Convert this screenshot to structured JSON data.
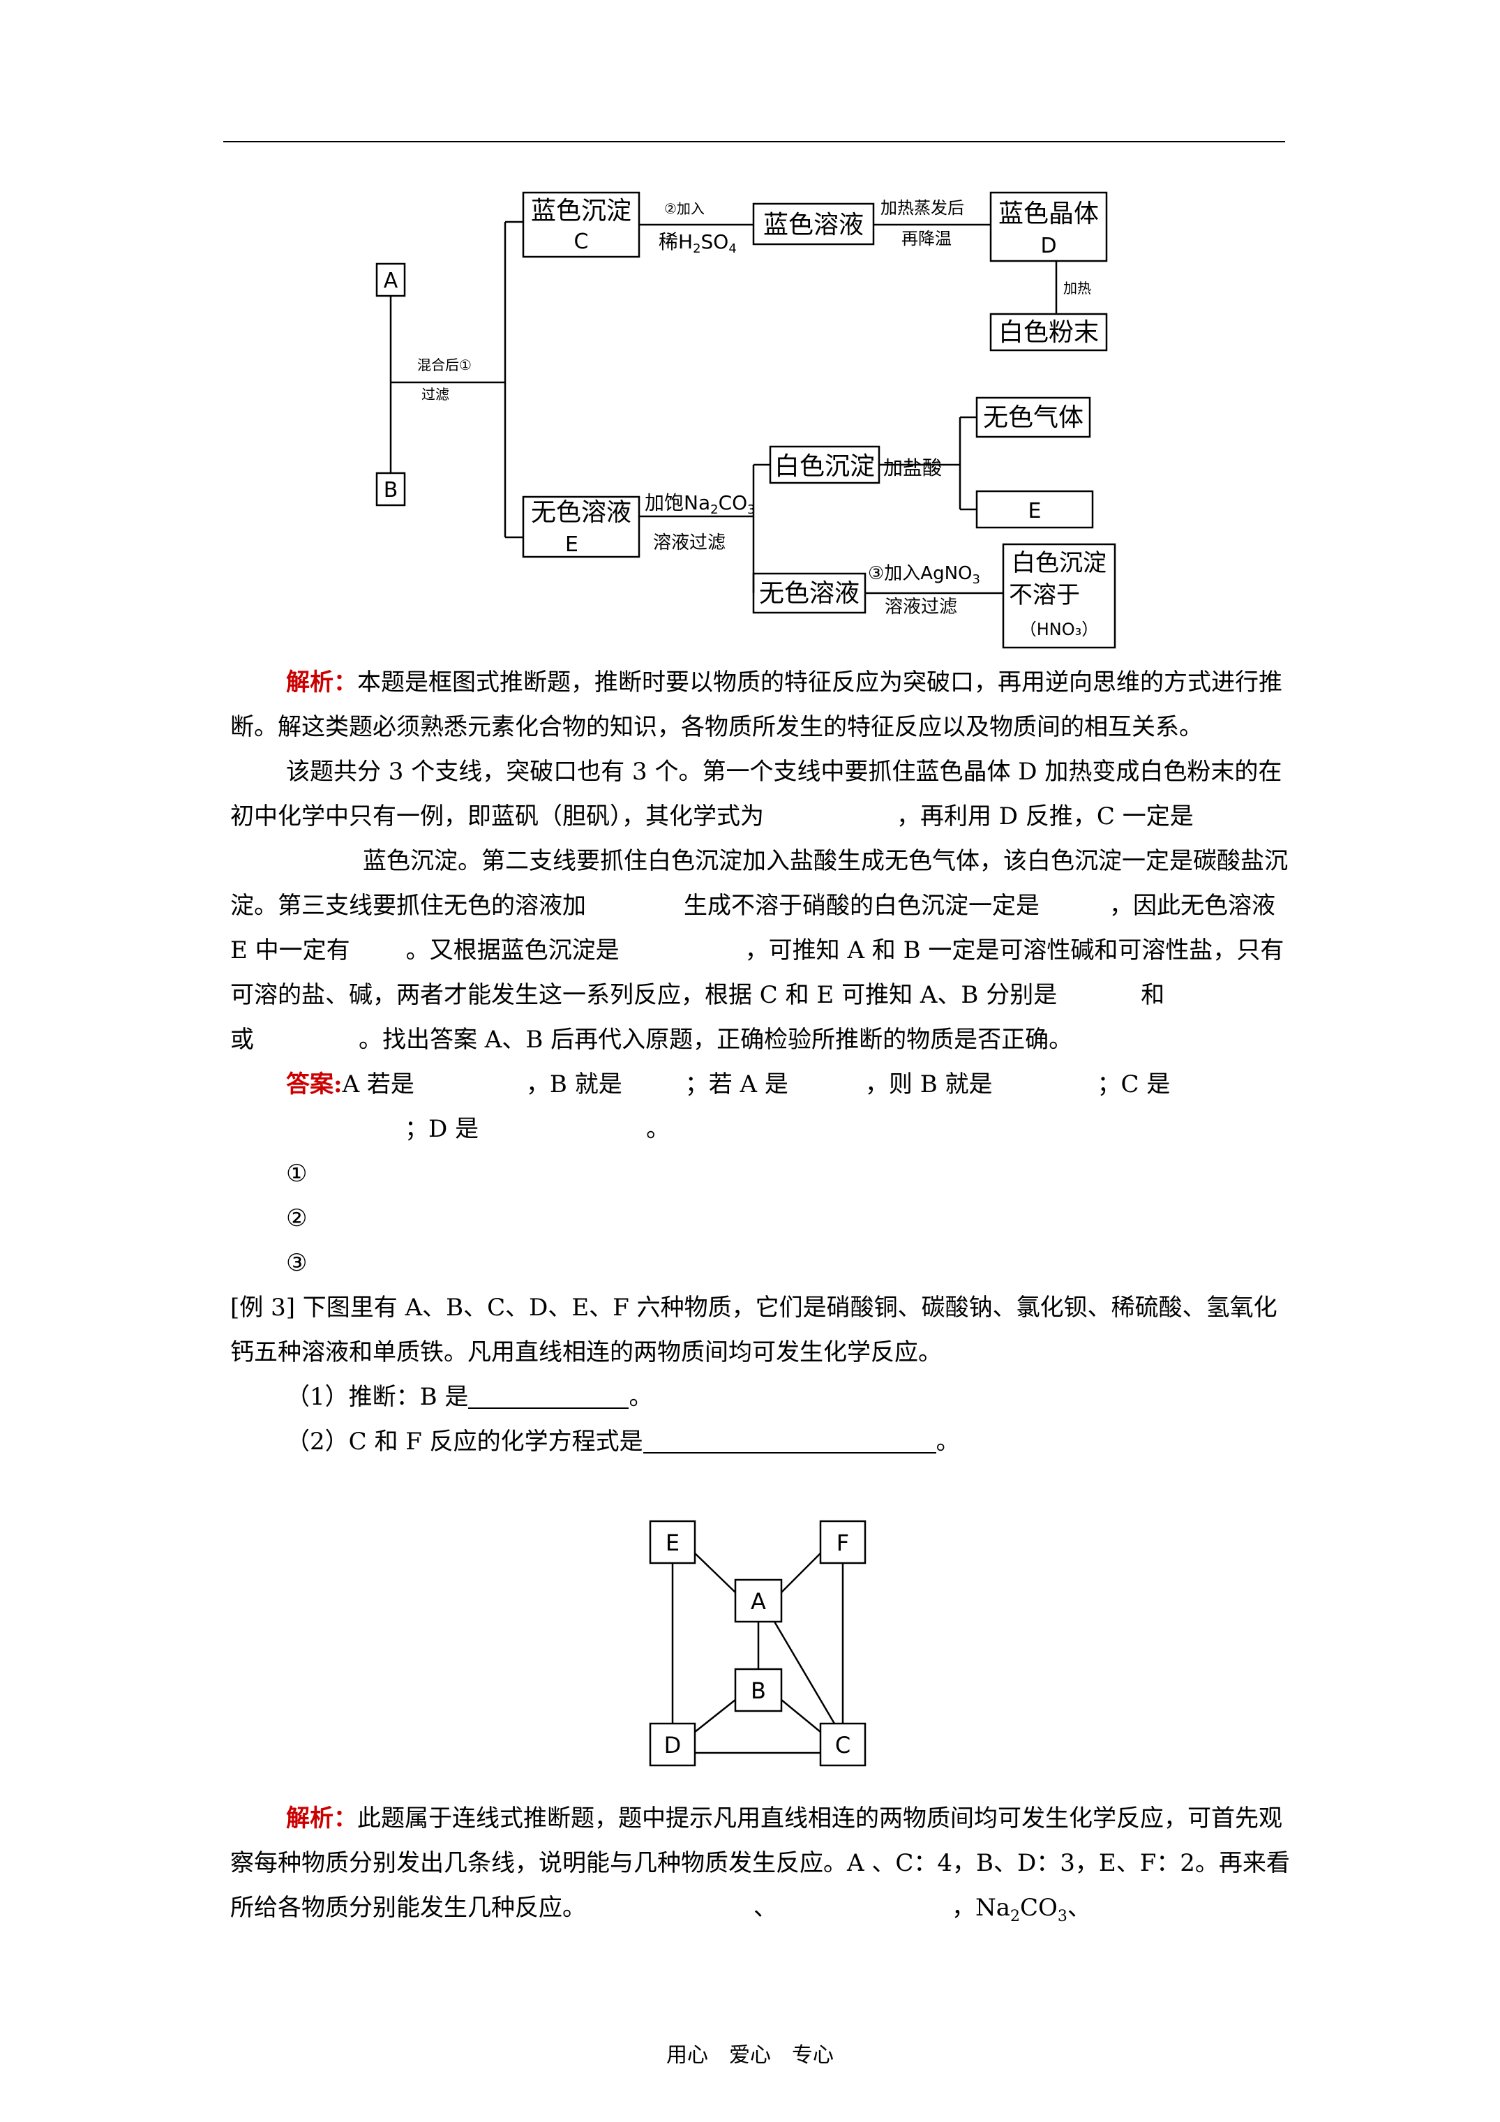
{
  "flow": {
    "a": "A",
    "b": "B",
    "mix": "混合后①",
    "filter": "过滤",
    "blue_ppt": "蓝色沉淀",
    "c": "C",
    "add2": "②加入",
    "dil": "稀H",
    "h2so4_2": "2",
    "so": "SO",
    "h2so4_4": "4",
    "blue_sol": "蓝色溶液",
    "heat_evap": "加热蒸发后",
    "cool": "再降温",
    "blue_cryst": "蓝色晶体",
    "d": "D",
    "heat": "加热",
    "white_powder": "白色粉末",
    "colorless_sol": "无色溶液",
    "e": "E",
    "add_sat": "加饱Na",
    "na2": "2",
    "co": "CO",
    "co3": "3",
    "sol_filter": "溶液过滤",
    "white_ppt": "白色沉淀",
    "add_hcl": "加盐酸",
    "colorless_gas": "无色气体",
    "e2": "E",
    "colorless_sol2": "无色溶液",
    "add3": "③加入AgNO",
    "agno3_3": "3",
    "sol_filter2": "溶液过滤",
    "white_ppt2": "白色沉淀",
    "insoluble": "不溶于",
    "hno3": "（HNO₃）"
  },
  "content": {
    "jiexi_label": "解析：",
    "p1": "本题是框图式推断题，推断时要以物质的特征反应为突破口，再用逆向思维的方式进行推断。解这类题必须熟悉元素化合物的知识，各物质所发生的特征反应以及物质间的相互关系。",
    "p2_1": "该题共分 3 个支线，突破口也有 3 个。第一个支线中要抓住蓝色晶体 D 加热变成白色粉末的在初中化学中只有一例，即蓝矾（胆矾），其化学式为",
    "p2_2": "，再利用 D 反推，C 一定是",
    "p2_3": "蓝色沉淀。第二支线要抓住白色沉淀加入盐酸生成无色气体，该白色沉淀一定是碳酸盐沉淀。第三支线要抓住无色的溶液加",
    "p2_4": "生成不溶于硝酸的白色沉淀一定是",
    "p2_5": "，因此无色溶液 E 中一定有",
    "p2_6": "。又根据蓝色沉淀是",
    "p2_7": "，可推知 A 和 B 一定是可溶性碱和可溶性盐，只有可溶的盐、碱，两者才能发生这一系列反应，根据 C 和 E 可推知 A、B 分别是",
    "p2_8": "和",
    "p2_9": "或",
    "p2_10": "。找出答案 A、B 后再代入原题，正确检验所推断的物质是否正确。",
    "ans_label": "答案:",
    "ans_1": "A 若是",
    "ans_2": "，B 就是",
    "ans_3": "；若 A 是",
    "ans_4": "，则 B 就是",
    "ans_5": "；C 是",
    "ans_6": "；D 是",
    "ans_7": "。",
    "c1": "①",
    "c2": "②",
    "c3": "③",
    "ex3": "[例 3]  下图里有 A、B、C、D、E、F 六种物质，它们是硝酸铜、碳酸钠、氯化钡、稀硫酸、氢氧化钙五种溶液和单质铁。凡用直线相连的两物质间均可发生化学反应。",
    "q1": "（1）推断：B 是",
    "q1_end": "。",
    "q2": "（2）C 和 F 反应的化学方程式是",
    "q2_end": "。",
    "jiexi2_label": "解析：",
    "p3_1": "此题属于连线式推断题，题中提示凡用直线相连的两物质间均可发生化学反应，可首先观察每种物质分别发出几条线，说明能与几种物质发生反应。A 、C：4，B、D：3，E、F：2。再来看所给各物质分别能发生几种反应。",
    "p3_2": "、",
    "p3_3": "，Na",
    "p3_sub": "2",
    "p3_4": "CO",
    "p3_sub2": "3",
    "p3_5": "、"
  },
  "diagram2": {
    "e": "E",
    "f": "F",
    "a": "A",
    "b": "B",
    "d": "D",
    "c": "C"
  },
  "footer": "用心　爱心　专心"
}
